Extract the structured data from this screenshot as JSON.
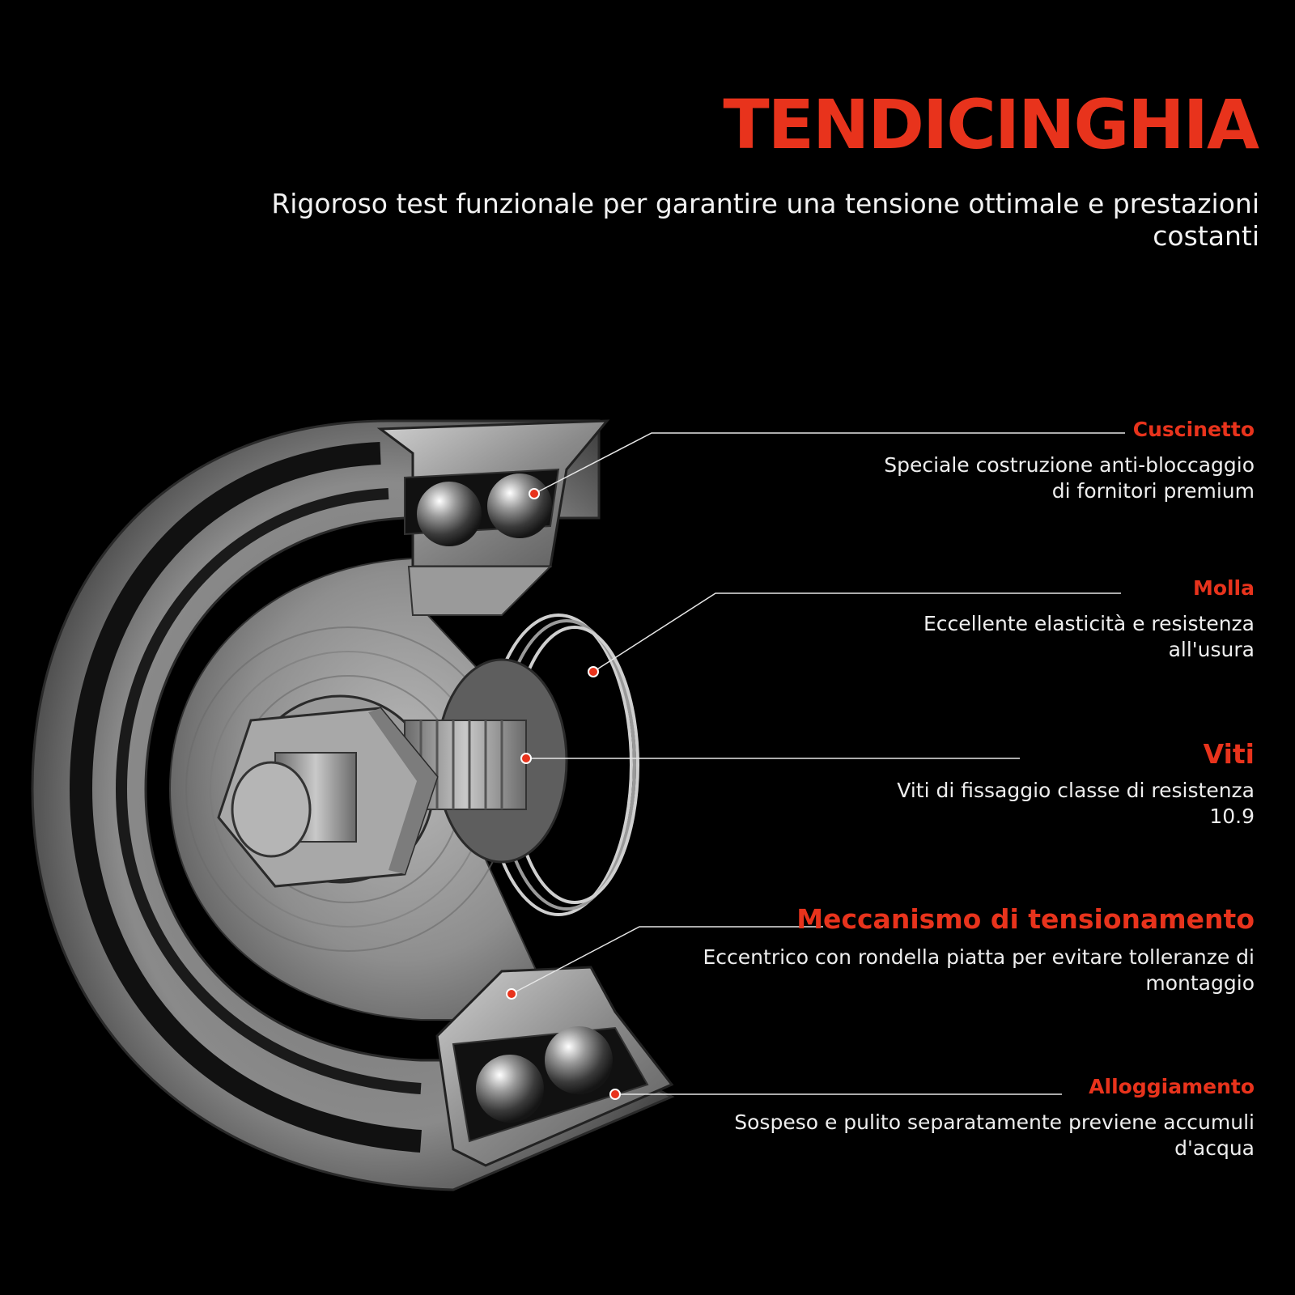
{
  "title": "TENDICINGHIA",
  "subtitle": "Rigoroso test funzionale per garantire una tensione ottimale e prestazioni costanti",
  "colors": {
    "accent": "#e8331c",
    "background": "#000000",
    "text": "#f2f2f2"
  },
  "callouts": [
    {
      "name": "Cuscinetto",
      "desc_lines": [
        "Speciale costruzione anti-bloccaggio",
        "di fornitori premium"
      ]
    },
    {
      "name": "Molla",
      "desc_lines": [
        "Eccellente elasticità e resistenza",
        "all'usura"
      ]
    },
    {
      "name": "Viti",
      "desc_lines": [
        "Viti di fissaggio classe di resistenza",
        "10.9"
      ]
    },
    {
      "name": "Meccanismo di tensionamento",
      "desc_lines": [
        "Eccentrico con rondella piatta per evitare tolleranze di",
        "montaggio"
      ]
    },
    {
      "name": "Alloggiamento",
      "desc_lines": [
        "Sospeso e pulito separatamente previene accumuli",
        "d'acqua"
      ]
    }
  ]
}
